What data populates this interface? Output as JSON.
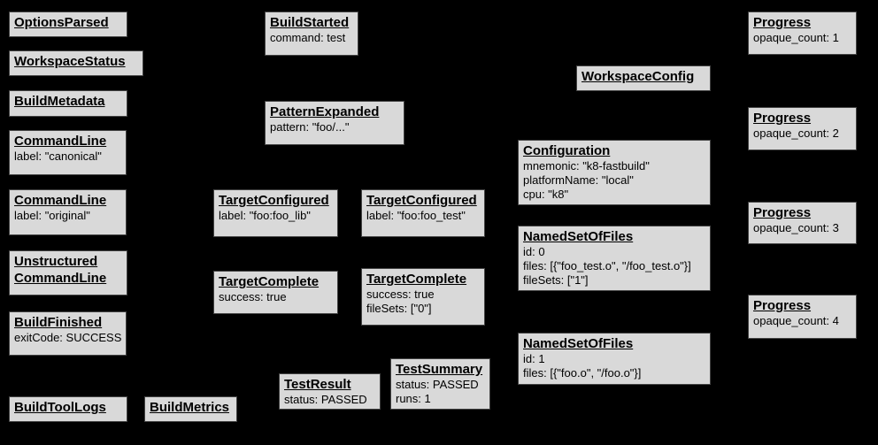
{
  "diagram": {
    "description": "Bazel Build Event Protocol event graph",
    "colors": {
      "background": "#000000",
      "node_fill": "#d9d9d9",
      "node_border": "#434343",
      "node_text": "#000000"
    }
  },
  "nodes": [
    {
      "title": "OptionsParsed",
      "lines": []
    },
    {
      "title": "WorkspaceStatus",
      "lines": []
    },
    {
      "title": "BuildMetadata",
      "lines": []
    },
    {
      "title": "CommandLine",
      "lines": [
        "label: \"canonical\""
      ]
    },
    {
      "title": "CommandLine",
      "lines": [
        "label: \"original\""
      ]
    },
    {
      "title": "Unstructured\nCommandLine",
      "lines": []
    },
    {
      "title": "BuildFinished",
      "lines": [
        "exitCode: SUCCESS"
      ]
    },
    {
      "title": "BuildToolLogs",
      "lines": []
    },
    {
      "title": "BuildMetrics",
      "lines": []
    },
    {
      "title": "BuildStarted",
      "lines": [
        "command: test"
      ]
    },
    {
      "title": "PatternExpanded",
      "lines": [
        "pattern: \"foo/...\""
      ]
    },
    {
      "title": "TargetConfigured",
      "lines": [
        "label: \"foo:foo_lib\""
      ]
    },
    {
      "title": "TargetConfigured",
      "lines": [
        "label: \"foo:foo_test\""
      ]
    },
    {
      "title": "TargetComplete",
      "lines": [
        "success: true"
      ]
    },
    {
      "title": "TargetComplete",
      "lines": [
        "success: true",
        "fileSets: [\"0\"]"
      ]
    },
    {
      "title": "TestResult",
      "lines": [
        "status: PASSED"
      ]
    },
    {
      "title": "TestSummary",
      "lines": [
        "status: PASSED",
        "runs: 1"
      ]
    },
    {
      "title": "WorkspaceConfig",
      "lines": []
    },
    {
      "title": "Configuration",
      "lines": [
        "mnemonic: \"k8-fastbuild\"",
        "platformName: \"local\"",
        "cpu: \"k8\""
      ]
    },
    {
      "title": "NamedSetOfFiles",
      "lines": [
        "id: 0",
        "files: [{\"foo_test.o\", \"/foo_test.o\"}]",
        "fileSets: [\"1\"]"
      ]
    },
    {
      "title": "NamedSetOfFiles",
      "lines": [
        "id: 1",
        "files: [{\"foo.o\", \"/foo.o\"}]"
      ]
    },
    {
      "title": "Progress",
      "lines": [
        "opaque_count: 1"
      ]
    },
    {
      "title": "Progress",
      "lines": [
        "opaque_count: 2"
      ]
    },
    {
      "title": "Progress",
      "lines": [
        "opaque_count: 3"
      ]
    },
    {
      "title": "Progress",
      "lines": [
        "opaque_count: 4"
      ]
    }
  ]
}
